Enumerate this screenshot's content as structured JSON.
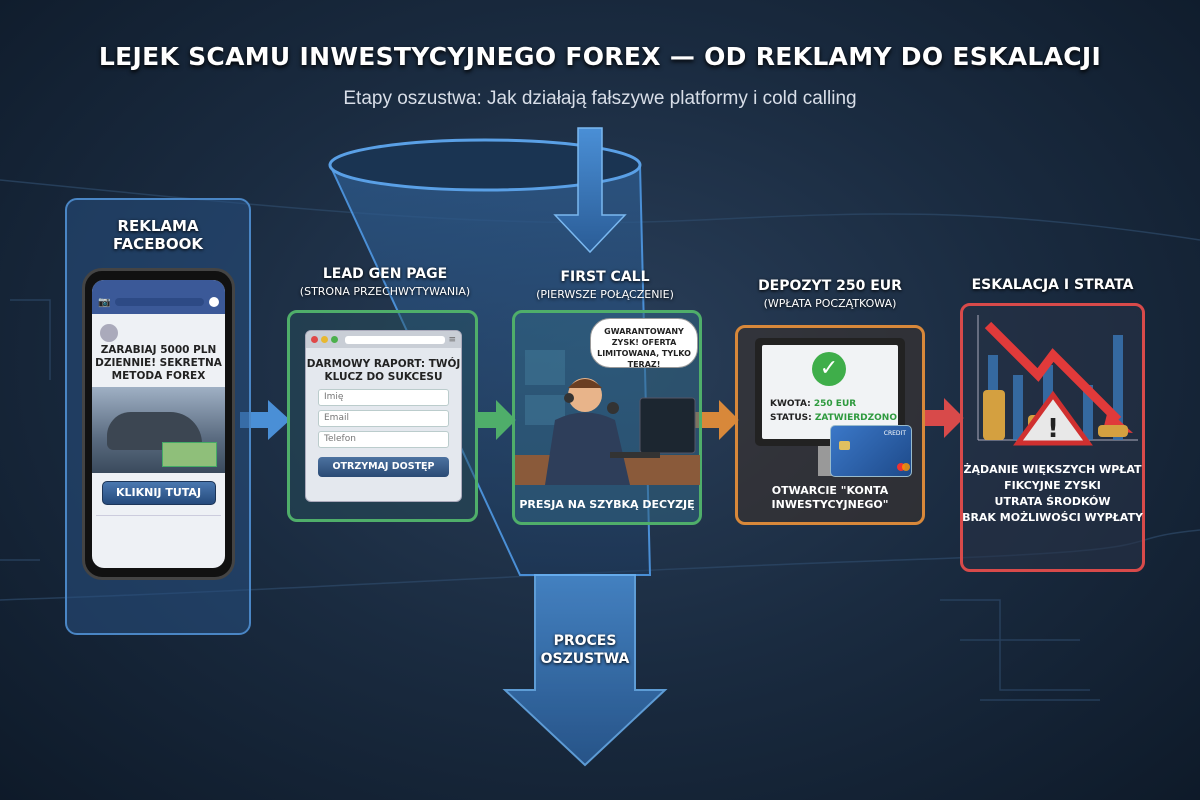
{
  "header": {
    "title": "LEJEK SCAMU INWESTYCYJNEGO FOREX — OD REKLAMY DO ESKALACJI",
    "subtitle": "Etapy oszustwa: Jak działają fałszywe platformy i cold calling"
  },
  "colors": {
    "blue": "#4a86c5",
    "green": "#4fae6a",
    "orange": "#d8883a",
    "red": "#d84a4a",
    "background": "#1a2b40"
  },
  "funnel": {
    "label_line1": "PROCES",
    "label_line2": "OSZUSTWA"
  },
  "stages": {
    "ad": {
      "title_line1": "REKLAMA",
      "title_line2": "FACEBOOK",
      "ad_text": "ZARABIAJ 5000 PLN DZIENNIE! SEKRETNA METODA FOREX",
      "button": "KLIKNIJ TUTAJ",
      "icons": [
        "camera-icon",
        "messenger-icon",
        "car-image",
        "money-icon"
      ]
    },
    "lead": {
      "title": "LEAD GEN PAGE",
      "subtitle": "(STRONA PRZECHWYTYWANIA)",
      "heading": "DARMOWY RAPORT: TWÓJ KLUCZ DO SUKCESU",
      "placeholders": [
        "Imię",
        "Email",
        "Telefon"
      ],
      "button": "OTRZYMAJ DOSTĘP"
    },
    "call": {
      "title": "FIRST CALL",
      "subtitle": "(PIERWSZE POŁĄCZENIE)",
      "bubble": "GWARANTOWANY ZYSK! OFERTA LIMITOWANA, TYLKO TERAZ!",
      "caption": "PRESJA NA SZYBKĄ DECYZJĘ"
    },
    "deposit": {
      "title": "DEPOZYT 250 EUR",
      "subtitle": "(WPŁATA POCZĄTKOWA)",
      "amount_label": "KWOTA:",
      "amount_value": "250 EUR",
      "status_label": "STATUS:",
      "status_value": "ZATWIERDZONO",
      "card_brand": "CREDIT",
      "caption": "OTWARCIE \"KONTA INWESTYCYJNEGO\""
    },
    "escalation": {
      "title": "ESKALACJA I STRATA",
      "items": [
        "ŻĄDANIE WIĘKSZYCH WPŁAT",
        "FIKCYJNE ZYSKI",
        "UTRATA ŚRODKÓW",
        "BRAK MOŻLIWOŚCI WYPŁATY"
      ]
    }
  }
}
